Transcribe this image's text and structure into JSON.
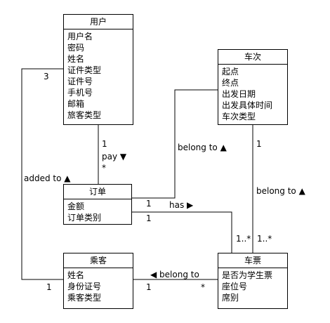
{
  "classes": {
    "user": {
      "name": "用户",
      "attributes": [
        "用户名",
        "密码",
        "姓名",
        "证件类型",
        "证件号",
        "手机号",
        "邮箱",
        "旅客类型"
      ]
    },
    "train": {
      "name": "车次",
      "attributes": [
        "起点",
        "终点",
        "出发日期",
        "出发具体时间",
        "车次类型"
      ]
    },
    "order": {
      "name": "订单",
      "attributes": [
        "金额",
        "订单类别"
      ]
    },
    "passenger": {
      "name": "乘客",
      "attributes": [
        "姓名",
        "身份证号",
        "乘客类型"
      ]
    },
    "ticket": {
      "name": "车票",
      "attributes": [
        "是否为学生票",
        "座位号",
        "席别"
      ]
    }
  },
  "relations": {
    "user_order": {
      "label": "pay ▼",
      "mult_user": "1",
      "mult_order": "*"
    },
    "user_passenger": {
      "label": "added to ▲",
      "mult_user": "3",
      "mult_passenger": "1"
    },
    "order_train": {
      "label": "belong to ▲",
      "mult_order": "1"
    },
    "order_ticket": {
      "label": "has ▶",
      "mult_order": "1",
      "mult_ticket": "1..*"
    },
    "ticket_train": {
      "label": "belong to ▲",
      "mult_train": "1",
      "mult_ticket": "1..*"
    },
    "ticket_passenger": {
      "label": "◀ belong to",
      "mult_passenger": "1",
      "mult_ticket": "*"
    }
  },
  "colors": {
    "line": "#000000",
    "box_border": "#000000",
    "background": "#ffffff"
  }
}
